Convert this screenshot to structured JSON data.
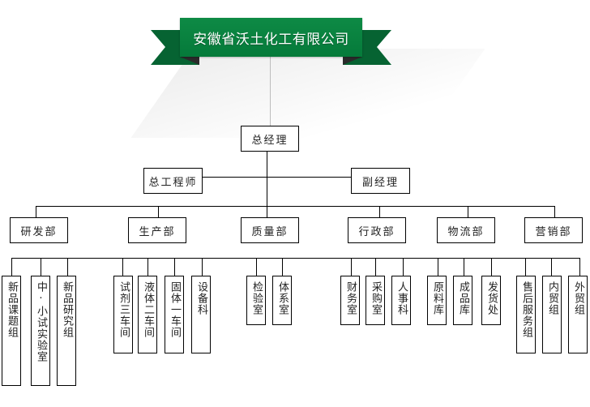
{
  "header": {
    "company_name": "安徽省沃土化工有限公司"
  },
  "colors": {
    "ribbon_green": "#057a3a",
    "ribbon_tail": "#066332",
    "ribbon_fold": "#2b2b2b",
    "line": "#000000"
  },
  "chart": {
    "root": {
      "label": "总经理"
    },
    "assistants": [
      {
        "label": "总工程师"
      },
      {
        "label": "副经理"
      }
    ],
    "departments": [
      {
        "label": "研发部",
        "units": [
          "新品课题组",
          "中·小试实验室",
          "新品研究组"
        ]
      },
      {
        "label": "生产部",
        "units": [
          "试剂三车间",
          "液体二车间",
          "固体一车间",
          "设备科"
        ]
      },
      {
        "label": "质量部",
        "units": [
          "检验室",
          "体系室"
        ]
      },
      {
        "label": "行政部",
        "units": [
          "财务室",
          "采购室",
          "人事科"
        ]
      },
      {
        "label": "物流部",
        "units": [
          "原料库",
          "成品库",
          "发货处"
        ]
      },
      {
        "label": "营销部",
        "units": [
          "售后服务组",
          "内贸组",
          "外贸组"
        ]
      }
    ]
  }
}
